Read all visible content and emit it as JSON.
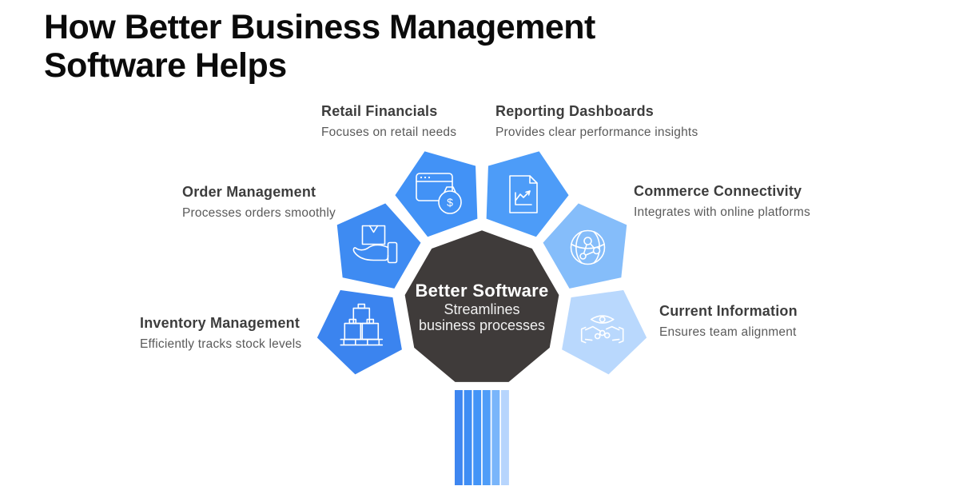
{
  "header": {
    "title_line1": "How Better Business Management",
    "title_line2": "Software Helps"
  },
  "center": {
    "title": "Better Software",
    "subtitle_line1": "Streamlines",
    "subtitle_line2": "business processes",
    "fill": "#3f3b3a"
  },
  "petals": [
    {
      "id": "retail-financials",
      "title": "Retail Financials",
      "description": "Focuses on retail needs",
      "icon": "browser-money-icon",
      "symbol": "$",
      "fill": "#4292f6"
    },
    {
      "id": "reporting-dashboards",
      "title": "Reporting Dashboards",
      "description": "Provides clear performance insights",
      "icon": "document-chart-icon",
      "fill": "#4d9cf8"
    },
    {
      "id": "order-management",
      "title": "Order Management",
      "description": "Processes orders smoothly",
      "icon": "hand-box-icon",
      "fill": "#3e8bf2"
    },
    {
      "id": "commerce-connectivity",
      "title": "Commerce Connectivity",
      "description": "Integrates with online platforms",
      "icon": "globe-network-icon",
      "fill": "#85bdfa"
    },
    {
      "id": "inventory-management",
      "title": "Inventory Management",
      "description": "Efficiently tracks stock levels",
      "icon": "pallet-boxes-icon",
      "fill": "#3b84ef"
    },
    {
      "id": "current-information",
      "title": "Current Information",
      "description": "Ensures team alignment",
      "icon": "eye-handshake-icon",
      "fill": "#b9d8fd"
    }
  ],
  "stem": {
    "stripe_colors": [
      "#3e86f0",
      "#3f8df4",
      "#4394f7",
      "#4f9df8",
      "#79b5fa",
      "#b7d5fd"
    ]
  }
}
